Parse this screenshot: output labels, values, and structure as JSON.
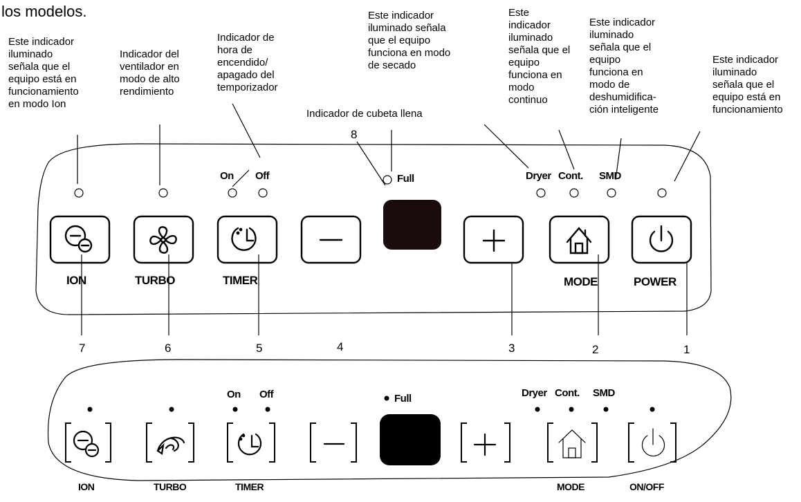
{
  "intro_fragment": "los modelos.",
  "annotations": {
    "ion": "Este indicador\niluminado\nseñala que el\nequipo está en\nfuncionamiento\nen modo Ion",
    "turbo": "Indicador del\nventilador en\nmodo de alto\nrendimiento",
    "timer": "Indicador de\nhora de\nencendido/\napagado del\ntemporizador",
    "dryer": "Este indicador\niluminado señala\nque el equipo\nfunciona en modo\nde secado",
    "full": "Indicador de cubeta llena",
    "cont": "Este\nindicador\niluminado\nseñala que el\nequipo\nfunciona en\nmodo\ncontinuo",
    "smd": "Este indicador\niluminado\nseñala que el\nequipo\nfunciona en\nmodo de\ndeshumidifica-\nción inteligente",
    "power": "Este indicador\niluminado\nseñala que el\nequipo está en\nfuncionamiento"
  },
  "numbers": {
    "n1": "1",
    "n2": "2",
    "n3": "3",
    "n4": "4",
    "n5": "5",
    "n6": "6",
    "n7": "7",
    "n8": "8"
  },
  "panel1": {
    "indicators": {
      "on": "On",
      "off": "Off",
      "full": "Full",
      "dryer": "Dryer",
      "cont": "Cont.",
      "smd": "SMD"
    },
    "labels": {
      "ion": "ION",
      "turbo": "TURBO",
      "timer": "TIMER",
      "mode": "MODE",
      "power": "POWER"
    }
  },
  "panel2": {
    "indicators": {
      "on": "On",
      "off": "Off",
      "full": "Full",
      "dryer": "Dryer",
      "cont": "Cont.",
      "smd": "SMD"
    },
    "labels": {
      "ion": "ION",
      "turbo": "TURBO",
      "timer": "TIMER",
      "mode": "MODE",
      "onoff": "ON/OFF"
    }
  },
  "icons": [
    "ion-icon",
    "fan-icon",
    "timer-icon",
    "minus-icon",
    "plus-icon",
    "home-icon",
    "power-icon",
    "turbo-swirl-icon"
  ],
  "colors": {
    "display": "#1a0c0c",
    "ink": "#000000"
  }
}
